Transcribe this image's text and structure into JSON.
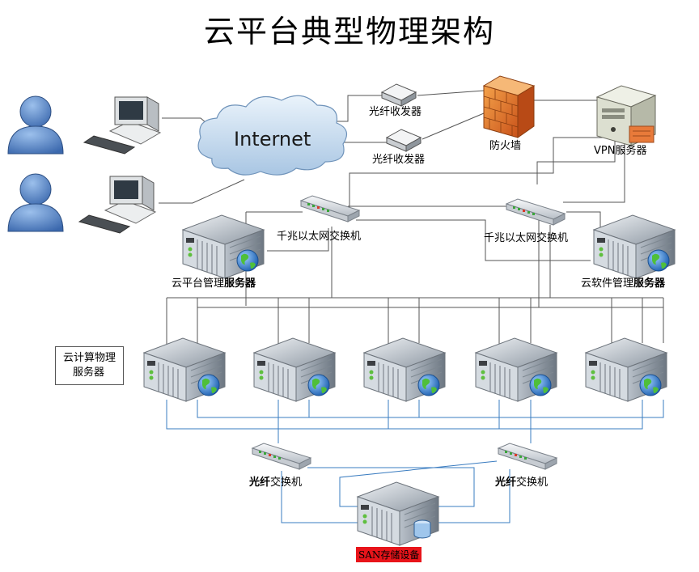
{
  "title": "云平台典型物理架构",
  "internet": "Internet",
  "labels": {
    "fiber_transceiver_1": "光纤收发器",
    "fiber_transceiver_2": "光纤收发器",
    "firewall": "防火墙",
    "vpn_server": "VPN服务器",
    "gigabit_switch_left": "千兆以太网交换机",
    "gigabit_switch_right": "千兆以太网交换机",
    "cloud_platform_mgmt_prefix": "云平台管理",
    "cloud_platform_mgmt_bold": "服务器",
    "cloud_software_mgmt_prefix": "云软件管理",
    "cloud_software_mgmt_bold": "服务器",
    "compute_servers_line1": "云计算物理",
    "compute_servers_line2": "服务器",
    "fiber_switch_left_bold": "光纤",
    "fiber_switch_left_rest": "交换机",
    "fiber_switch_right_bold": "光纤",
    "fiber_switch_right_rest": "交换机",
    "san_storage": "SAN存储设备"
  },
  "colors": {
    "cloud": "#bcd4ea",
    "firewall": "#e8731f",
    "lan_line": "#555555",
    "san_line": "#3a7cc0",
    "server": "#9aa3ad",
    "globe": "#2f7fc8",
    "user": "#4f7ec0",
    "san_label_bg": "#e8141a"
  }
}
